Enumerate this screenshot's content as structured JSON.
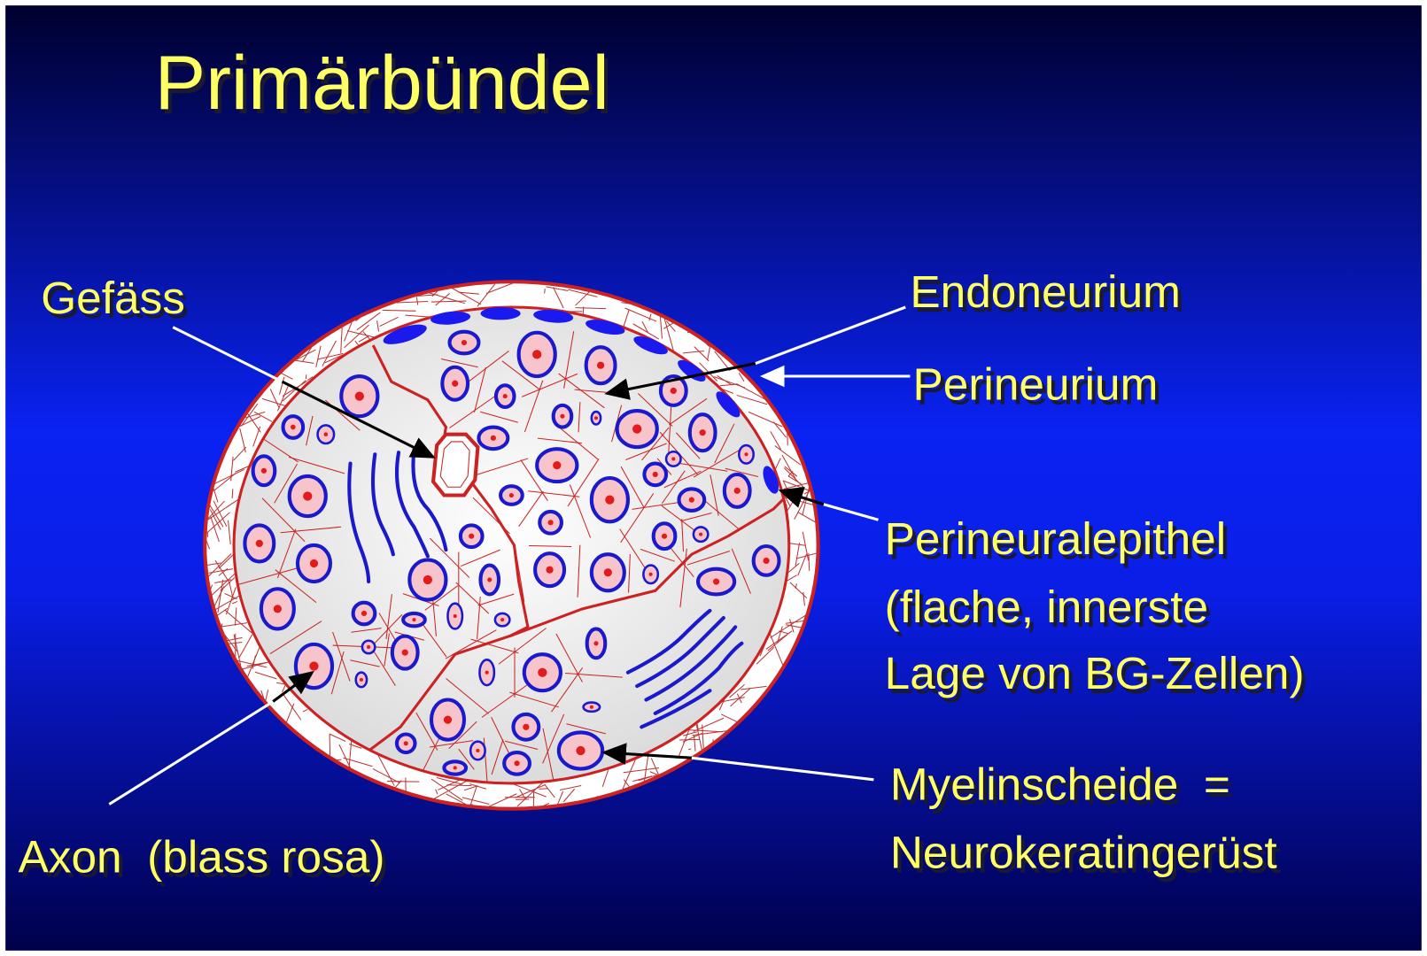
{
  "slide": {
    "title": "Primärbündel",
    "labels": {
      "gefaess": "Gefäss",
      "endoneurium": "Endoneurium",
      "perineurium": "Perineurium",
      "perineuralepithel": [
        "Perineuralepithel",
        "(flache, innerste",
        "Lage von BG-Zellen)"
      ],
      "myelinscheide": [
        "Myelinscheide  =",
        "Neurokeratingerüst"
      ],
      "axon": "Axon  (blass rosa)"
    }
  },
  "colors": {
    "background_top": "#00003a",
    "background_mid": "#0a20f0",
    "text": "#ffff66",
    "membrane": "#cc2222",
    "myelin": "#1a1acc",
    "axon": "#f7c4cc"
  }
}
